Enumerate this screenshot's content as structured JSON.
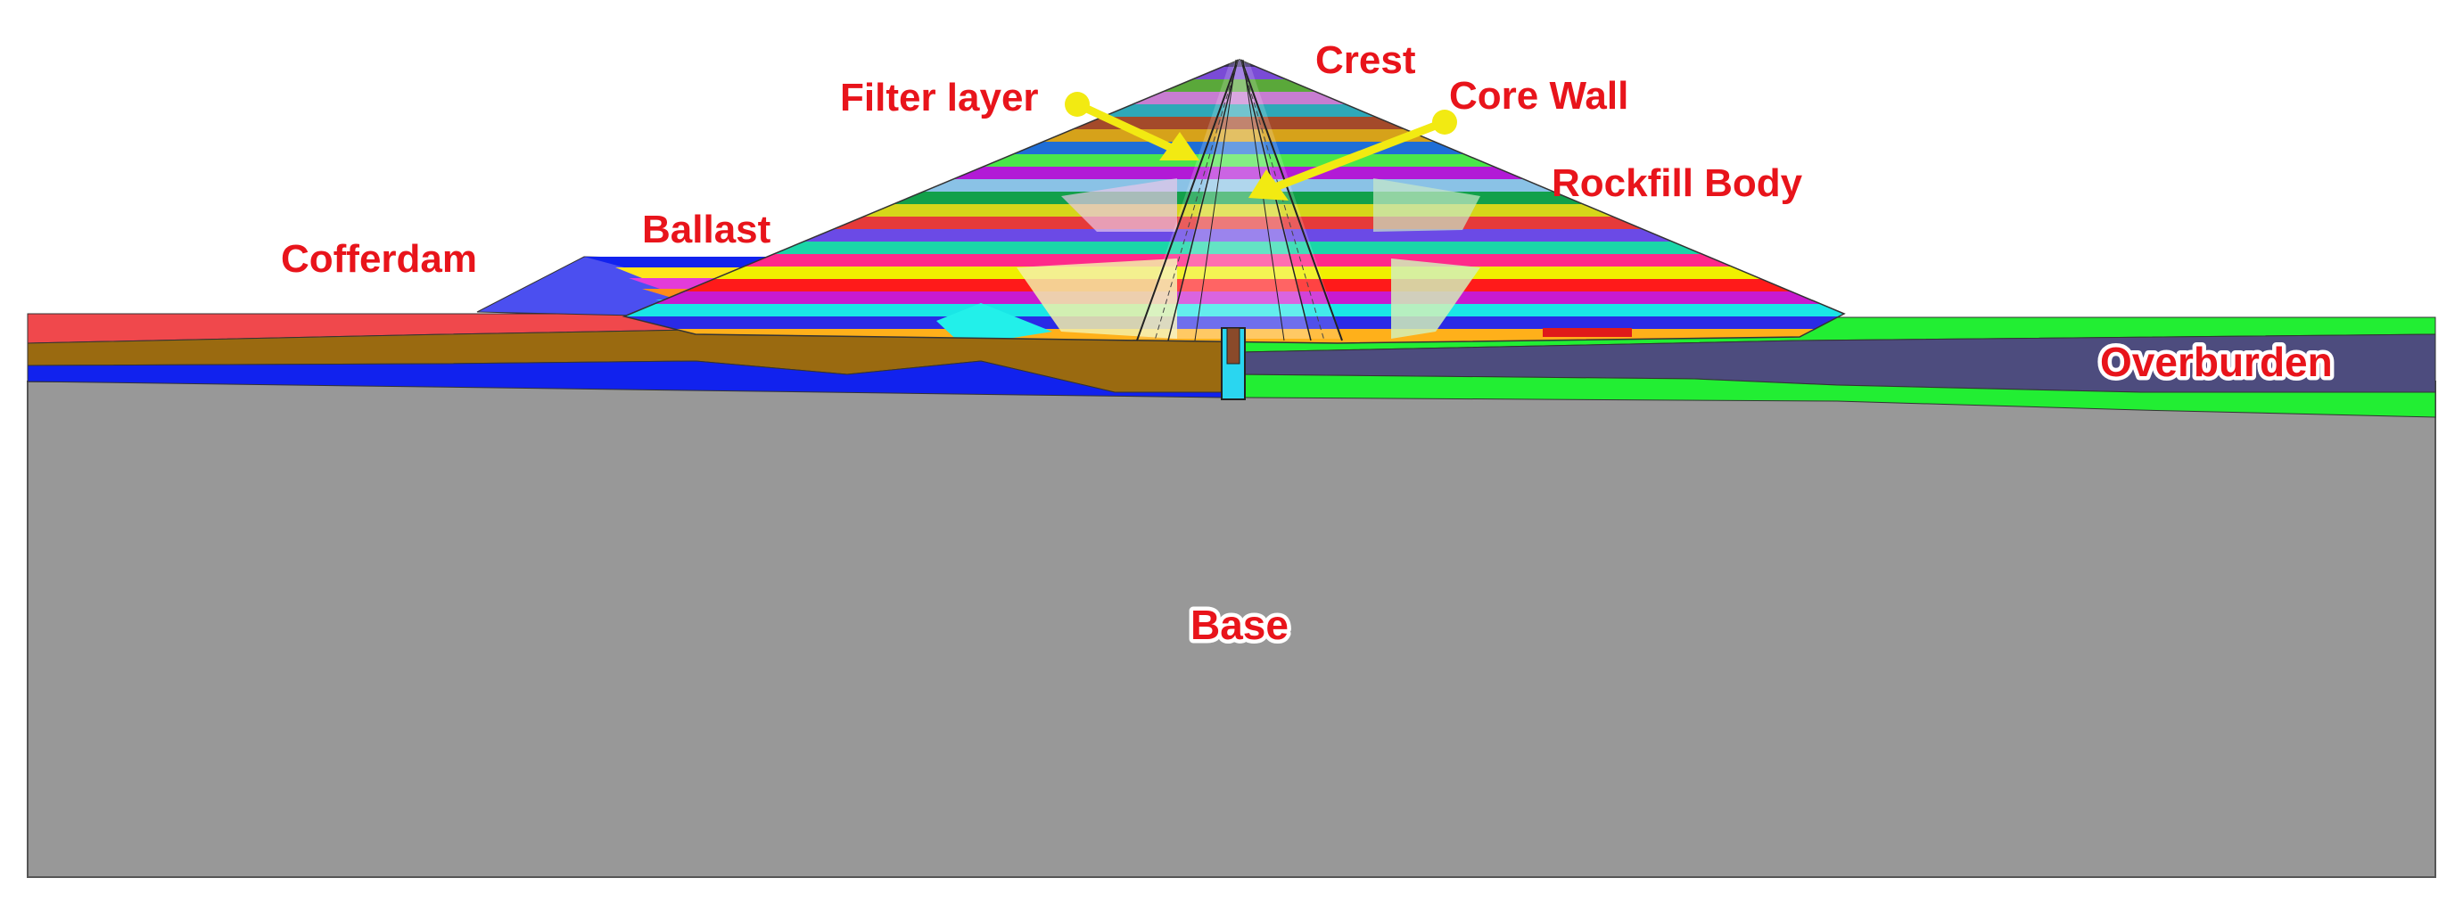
{
  "labels": {
    "crest": "Crest",
    "filter_layer": "Filter layer",
    "core_wall": "Core Wall",
    "rockfill_body": "Rockfill Body",
    "ballast": "Ballast",
    "cofferdam": "Cofferdam",
    "overburden": "Overburden",
    "base": "Base"
  },
  "colors": {
    "label_text": "#e8141b",
    "arrow": "#f2ea12",
    "base": "#989898",
    "overburden": "#4d4c7e",
    "cofferdam": "#4b4ff0",
    "upstream_red": "#f0484c",
    "upstream_brown": "#9a6a10",
    "upstream_blue": "#1122ee",
    "downstream_green": "#22ee33"
  }
}
